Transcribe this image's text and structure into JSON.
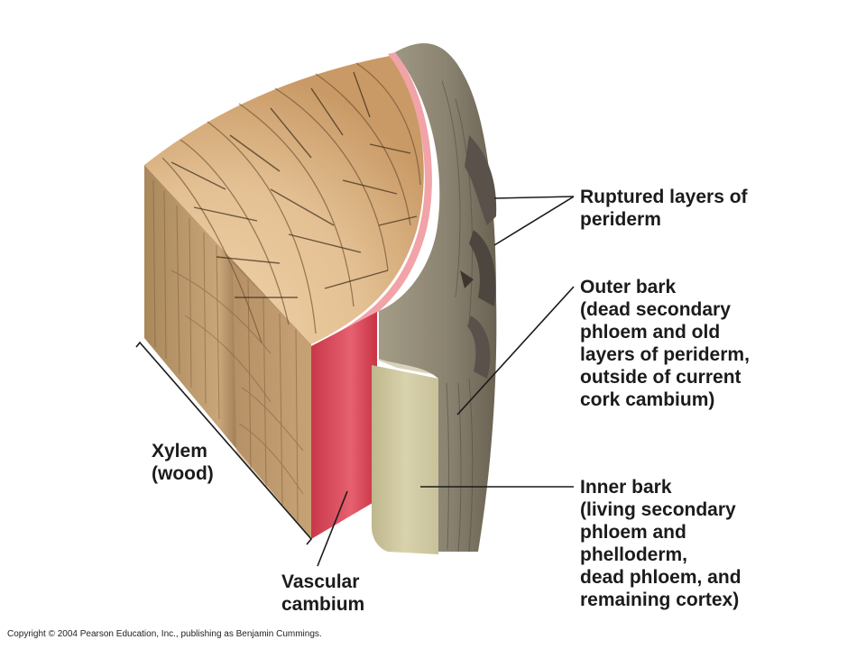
{
  "labels": {
    "ruptured": [
      "Ruptured layers of",
      "periderm"
    ],
    "outer_bark": [
      "Outer bark",
      "(dead secondary",
      "phloem and old",
      "layers of periderm,",
      "outside of current",
      "cork cambium)"
    ],
    "inner_bark": [
      "Inner bark",
      "(living secondary",
      "phloem and",
      "phelloderm,",
      "dead phloem, and",
      "remaining cortex)"
    ],
    "xylem": [
      "Xylem",
      "(wood)"
    ],
    "vascular_cambium": [
      "Vascular",
      "cambium"
    ]
  },
  "copyright": "Copyright © 2004 Pearson Education, Inc., publishing as Benjamin Cummings.",
  "colors": {
    "wood_top": "#e2bd8c",
    "wood_side": "#b99568",
    "vascular_cambium": "#de4d5b",
    "inner_bark": "#cfc9a2",
    "outer_bark": "#8c8472",
    "periderm_dark": "#5a524a"
  }
}
